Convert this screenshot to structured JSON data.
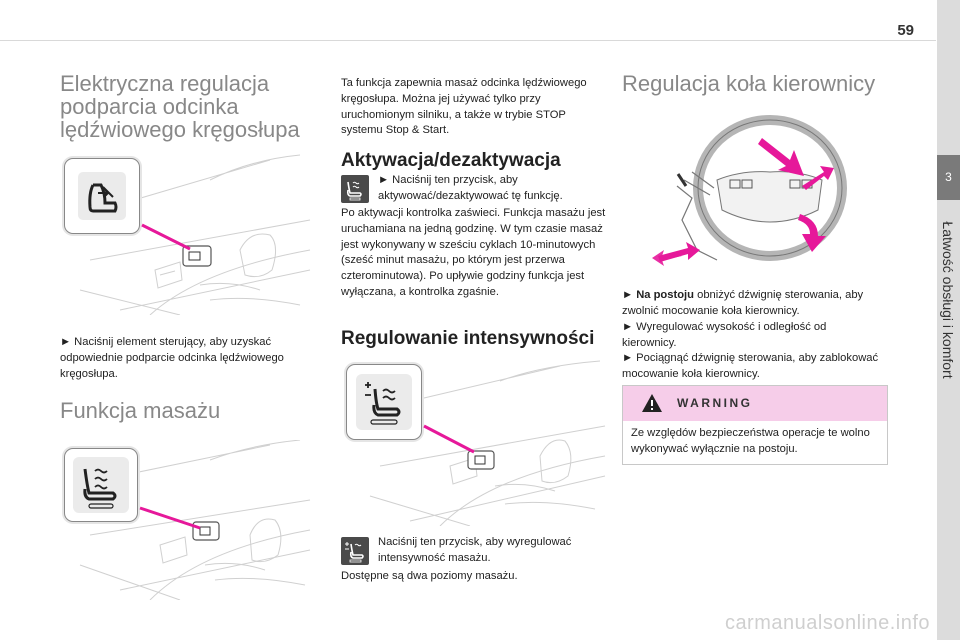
{
  "header": {
    "page_number": "59"
  },
  "sidebar": {
    "chapter_number": "3",
    "chapter_title": "Łatwość obsługi i komfort"
  },
  "col1": {
    "section1_title": "Elektryczna regulacja podparcia odcinka lędźwiowego kręgosłupa",
    "section1_text": "► Naciśnij element sterujący, aby uzyskać odpowiednie podparcie odcinka lędźwiowego kręgosłupa.",
    "section2_title": "Funkcja masażu"
  },
  "col2": {
    "intro_text": "Ta funkcja zapewnia masaż odcinka lędźwiowego kręgosłupa. Można jej używać tylko przy uruchomionym silniku, a także w trybie STOP systemu Stop & Start.",
    "activation_title": "Aktywacja/dezaktywacja",
    "activation_step": "► Naciśnij ten przycisk, aby aktywować/dezaktywować tę funkcję.",
    "activation_text": "Po aktywacji kontrolka zaświeci. Funkcja masażu jest uruchamiana na jedną godzinę. W tym czasie masaż jest wykonywany w sześciu cyklach 10-minutowych (sześć minut masażu, po którym jest przerwa czterominutowa). Po upływie godziny funkcja jest wyłączana, a kontrolka zgaśnie.",
    "intensity_title": "Regulowanie intensywności",
    "intensity_step": "Naciśnij ten przycisk, aby wyregulować intensywność masażu.",
    "intensity_text": "Dostępne są dwa poziomy masażu."
  },
  "col3": {
    "title": "Regulacja koła kierownicy",
    "step1_bold": "Na postoju",
    "step1_rest": "obniżyć dźwignię sterowania, aby zwolnić mocowanie koła kierownicy.",
    "step2": "► Wyregulować wysokość i odległość od kierownicy.",
    "step3": "► Pociągnąć dźwignię sterowania, aby zablokować mocowanie koła kierownicy.",
    "warning_title": "WARNING",
    "warning_text": "Ze względów bezpieczeństwa operacje te wolno wykonywać wyłącznie na postoju."
  },
  "watermark": "carmanualsonline.info",
  "colors": {
    "accent": "#e6189a",
    "sidetab": "#dcdcdc",
    "sidetab_active": "#7a7a7a",
    "warning_bg": "#f6cde9"
  },
  "icons": [
    "lumbar-seat-icon",
    "massage-seat-icon",
    "massage-intensity-icon",
    "warning-triangle-icon",
    "arrow-icon"
  ]
}
